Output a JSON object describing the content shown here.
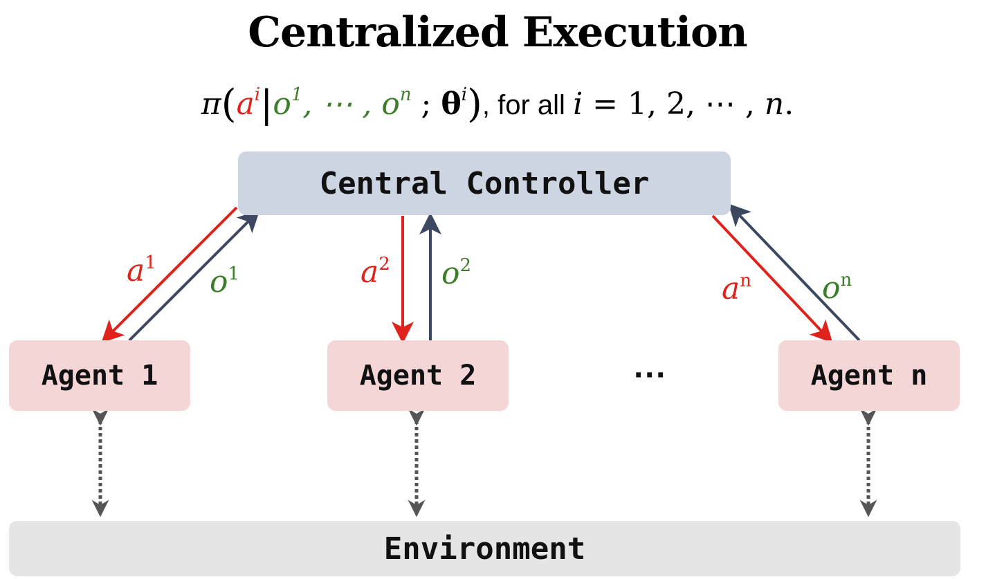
{
  "title": "Centralized Execution",
  "formula": {
    "pi": "π",
    "a": "a",
    "a_sup": "i",
    "o1": "o",
    "o1_sup": "1",
    "sep": ", ⋯ , ",
    "on": "o",
    "on_sup": "n",
    "semicolon": " ; ",
    "theta": "θ",
    "theta_sup": "i",
    "for_all": ", for all ",
    "i_var": "i",
    "rest": " = 1, 2, ⋯ , ",
    "n_var": "n",
    "period": "."
  },
  "controller": {
    "label": "Central Controller"
  },
  "agents": [
    {
      "label": "Agent 1"
    },
    {
      "label": "Agent 2"
    },
    {
      "label": "Agent n"
    }
  ],
  "ellipsis": "···",
  "environment": {
    "label": "Environment"
  },
  "edge_labels": {
    "a1": {
      "base": "a",
      "sup": "1"
    },
    "o1": {
      "base": "o",
      "sup": "1"
    },
    "a2": {
      "base": "a",
      "sup": "2"
    },
    "o2": {
      "base": "o",
      "sup": "2"
    },
    "an": {
      "base": "a",
      "sup": "n"
    },
    "on": {
      "base": "o",
      "sup": "n"
    }
  },
  "colors": {
    "action_arrow": "#e0221c",
    "observation_arrow": "#3b4860",
    "environment_link": "#555555",
    "controller_fill": "#cdd5e2",
    "agent_fill": "#f5d6d6",
    "environment_fill": "#e5e5e5"
  }
}
